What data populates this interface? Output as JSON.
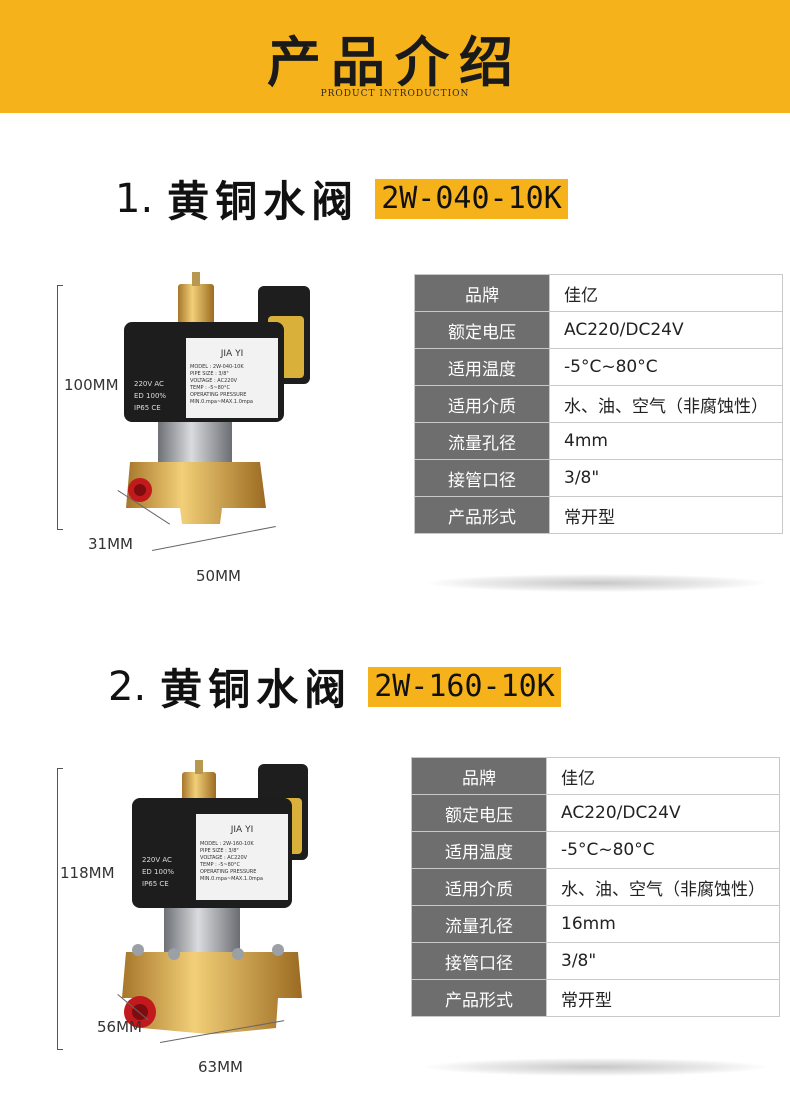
{
  "header": {
    "title": "产品介绍",
    "subtitle": "PRODUCT INTRODUCTION"
  },
  "colors": {
    "brand_yellow": "#f6b21b",
    "key_cell_gray": "#6e6e6e"
  },
  "products": [
    {
      "number": "1.",
      "name": "黄铜水阀",
      "model": "2W-040-10K",
      "image_label": {
        "brand": "JIA YI",
        "lines": [
          "MODEL : 2W-040-10K",
          "PIPE SIZE : 3/8\"",
          "VOLTAGE : AC220V",
          "TEMP : -5~80°C",
          "OPERATING PRESSURE",
          "MIN.0.mpa~MAX.1.0mpa"
        ],
        "side": [
          "220V  AC",
          "ED  100%",
          "IP65  CE"
        ]
      },
      "dimensions": {
        "height": "100MM",
        "depth": "31MM",
        "width": "50MM"
      },
      "specs": [
        {
          "key": "品牌",
          "value": "佳亿"
        },
        {
          "key": "额定电压",
          "value": "AC220/DC24V"
        },
        {
          "key": "适用温度",
          "value": "-5°C~80°C"
        },
        {
          "key": "适用介质",
          "value": "水、油、空气（非腐蚀性）"
        },
        {
          "key": "流量孔径",
          "value": "4mm"
        },
        {
          "key": "接管口径",
          "value": "3/8\""
        },
        {
          "key": "产品形式",
          "value": "常开型"
        }
      ]
    },
    {
      "number": "2.",
      "name": "黄铜水阀",
      "model": "2W-160-10K",
      "image_label": {
        "brand": "JIA YI",
        "lines": [
          "MODEL : 2W-160-10K",
          "PIPE SIZE : 3/8\"",
          "VOLTAGE : AC220V",
          "TEMP : -5~80°C",
          "OPERATING PRESSURE",
          "MIN.0.mpa~MAX.1.0mpa"
        ],
        "side": [
          "220V  AC",
          "ED  100%",
          "IP65  CE"
        ]
      },
      "dimensions": {
        "height": "118MM",
        "depth": "56MM",
        "width": "63MM"
      },
      "specs": [
        {
          "key": "品牌",
          "value": "佳亿"
        },
        {
          "key": "额定电压",
          "value": "AC220/DC24V"
        },
        {
          "key": "适用温度",
          "value": "-5°C~80°C"
        },
        {
          "key": "适用介质",
          "value": "水、油、空气（非腐蚀性）"
        },
        {
          "key": "流量孔径",
          "value": "16mm"
        },
        {
          "key": "接管口径",
          "value": "3/8\""
        },
        {
          "key": "产品形式",
          "value": "常开型"
        }
      ]
    }
  ]
}
